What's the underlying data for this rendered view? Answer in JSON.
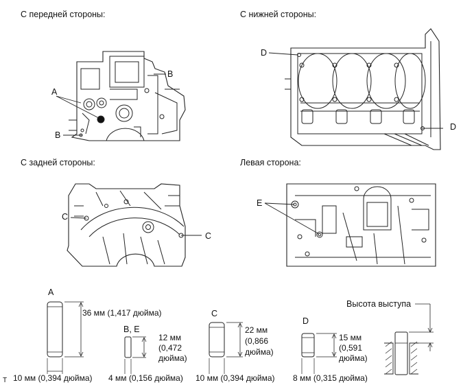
{
  "views": {
    "front": "С передней стороны:",
    "bottom": "С нижней стороны:",
    "rear": "С задней стороны:",
    "left": "Левая сторона:"
  },
  "callouts": {
    "front_a": "A",
    "front_b_top": "B",
    "front_b_bottom": "B",
    "bottom_d_left": "D",
    "bottom_d_right": "D",
    "rear_c_left": "C",
    "rear_c_right": "C",
    "left_e": "E"
  },
  "pins": {
    "a": {
      "letter": "A",
      "length": "36 мм (1,417 дюйма)",
      "diameter": "10 мм (0,394 дюйма)"
    },
    "be": {
      "letter": "B, E",
      "length_l1": "12 мм",
      "length_l2": "(0,472",
      "length_l3": "дюйма)",
      "diameter": "4 мм (0,156 дюйма)"
    },
    "c": {
      "letter": "C",
      "length_l1": "22 мм",
      "length_l2": "(0,866",
      "length_l3": "дюйма)",
      "diameter": "10 мм (0,394 дюйма)"
    },
    "d": {
      "letter": "D",
      "length_l1": "15 мм",
      "length_l2": "(0,591",
      "length_l3": "дюйма)",
      "diameter": "8 мм (0,315 дюйма)"
    }
  },
  "protrusion_label": "Высота выступа",
  "corner_mark": "T"
}
